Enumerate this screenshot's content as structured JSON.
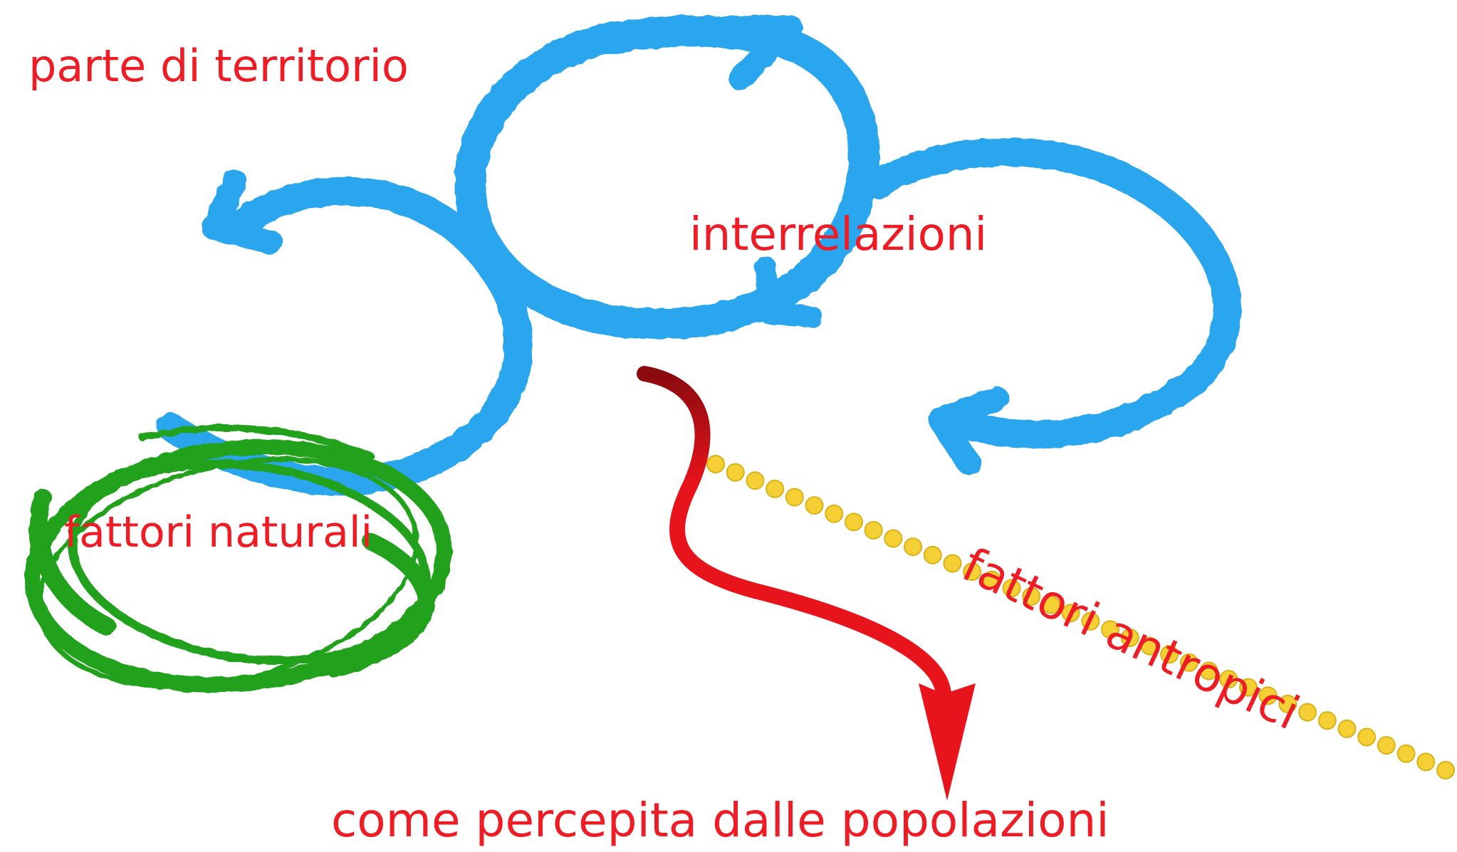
{
  "labels": {
    "parte_di_territorio": "parte di territorio",
    "interrelazioni": "interrelazioni",
    "fattori_naturali": "fattori naturali",
    "fattori_antropici": "fattori antropici",
    "come_percepita": "come percepita dalle popolazioni"
  },
  "colors": {
    "text": "#ee1c24",
    "loop_arrows": "#29a6ee",
    "natural_scribble": "#21a11c",
    "red_arrow": "#e8141b",
    "dots": "#f4d034"
  },
  "icons": {
    "loop": "circular-arrow-icon",
    "natural": "green-scribble-circle",
    "antropic": "dotted-line",
    "perception": "curved-down-arrow-icon"
  }
}
